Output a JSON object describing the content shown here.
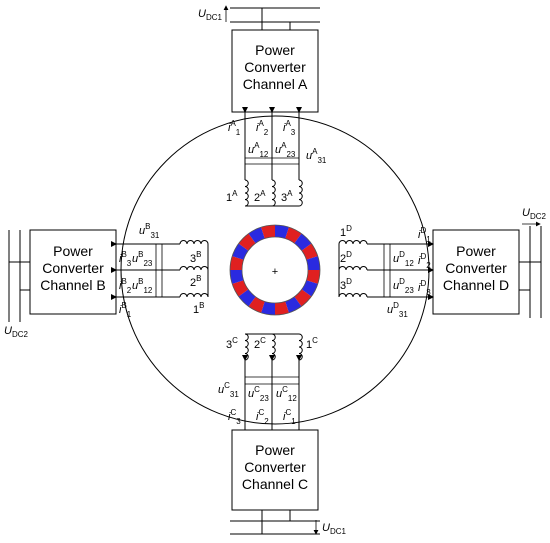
{
  "converters": {
    "a": {
      "line1": "Power",
      "line2": "Converter",
      "line3": "Channel A"
    },
    "b": {
      "line1": "Power",
      "line2": "Converter",
      "line3": "Channel B"
    },
    "c": {
      "line1": "Power",
      "line2": "Converter",
      "line3": "Channel C"
    },
    "d": {
      "line1": "Power",
      "line2": "Converter",
      "line3": "Channel D"
    }
  },
  "supplies": {
    "top": {
      "main": "U",
      "sub": "DC1"
    },
    "bottom": {
      "main": "U",
      "sub": "DC1"
    },
    "left": {
      "main": "U",
      "sub": "DC2"
    },
    "right": {
      "main": "U",
      "sub": "DC2"
    }
  },
  "channel_a": {
    "currents": [
      {
        "main": "i",
        "sup": "A",
        "sub": "1"
      },
      {
        "main": "i",
        "sup": "A",
        "sub": "2"
      },
      {
        "main": "i",
        "sup": "A",
        "sub": "3"
      }
    ],
    "voltages": [
      {
        "main": "u",
        "sup": "A",
        "sub": "12"
      },
      {
        "main": "u",
        "sup": "A",
        "sub": "23"
      },
      {
        "main": "u",
        "sup": "A",
        "sub": "31"
      }
    ],
    "coils": [
      {
        "main": "1",
        "sup": "A"
      },
      {
        "main": "2",
        "sup": "A"
      },
      {
        "main": "3",
        "sup": "A"
      }
    ]
  },
  "channel_b": {
    "currents": [
      {
        "main": "i",
        "sup": "B",
        "sub": "3"
      },
      {
        "main": "i",
        "sup": "B",
        "sub": "2"
      },
      {
        "main": "i",
        "sup": "B",
        "sub": "1"
      }
    ],
    "voltages": [
      {
        "main": "u",
        "sup": "B",
        "sub": "31"
      },
      {
        "main": "u",
        "sup": "B",
        "sub": "23"
      },
      {
        "main": "u",
        "sup": "B",
        "sub": "12"
      }
    ],
    "coils": [
      {
        "main": "3",
        "sup": "B"
      },
      {
        "main": "2",
        "sup": "B"
      },
      {
        "main": "1",
        "sup": "B"
      }
    ]
  },
  "channel_c": {
    "currents": [
      {
        "main": "i",
        "sup": "C",
        "sub": "3"
      },
      {
        "main": "i",
        "sup": "C",
        "sub": "2"
      },
      {
        "main": "i",
        "sup": "C",
        "sub": "1"
      }
    ],
    "voltages": [
      {
        "main": "u",
        "sup": "C",
        "sub": "31"
      },
      {
        "main": "u",
        "sup": "C",
        "sub": "23"
      },
      {
        "main": "u",
        "sup": "C",
        "sub": "12"
      }
    ],
    "coils": [
      {
        "main": "3",
        "sup": "C"
      },
      {
        "main": "2",
        "sup": "C"
      },
      {
        "main": "1",
        "sup": "C"
      }
    ]
  },
  "channel_d": {
    "currents": [
      {
        "main": "i",
        "sup": "D",
        "sub": "1"
      },
      {
        "main": "i",
        "sup": "D",
        "sub": "2"
      },
      {
        "main": "i",
        "sup": "D",
        "sub": "3"
      }
    ],
    "voltages": [
      {
        "main": "u",
        "sup": "D",
        "sub": "12"
      },
      {
        "main": "u",
        "sup": "D",
        "sub": "23"
      },
      {
        "main": "u",
        "sup": "D",
        "sub": "31"
      }
    ],
    "coils": [
      {
        "main": "1",
        "sup": "D"
      },
      {
        "main": "2",
        "sup": "D"
      },
      {
        "main": "3",
        "sup": "D"
      }
    ]
  },
  "rotor": {
    "center_mark": "+",
    "pole_pairs": 10,
    "colors": {
      "north": "#e02020",
      "south": "#2a2ae0"
    }
  }
}
